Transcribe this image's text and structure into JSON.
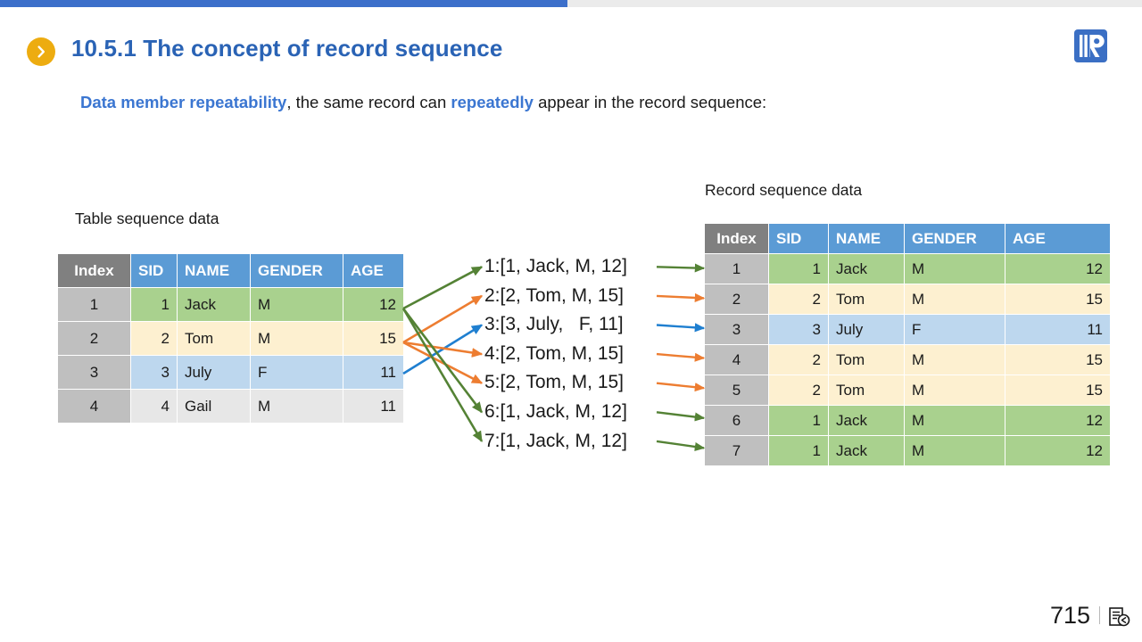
{
  "progress": {
    "percent": 49.7,
    "fill_color": "#3c6fca",
    "track_color": "#ebebeb"
  },
  "header": {
    "chevron_icon": "chevron-right-icon",
    "title": "10.5.1 The concept of record sequence",
    "title_color": "#2a63b5",
    "accent_color": "#edac10",
    "logo_icon": "brand-logo-icon",
    "logo_color": "#3b6fc4"
  },
  "subtitle": {
    "part1": "Data member repeatability",
    "part2": ", the same record can ",
    "part3": "repeatedly",
    "part4": " appear in the record sequence:",
    "highlight_color": "#3b76d1"
  },
  "left_panel": {
    "caption": "Table sequence data",
    "columns": [
      "Index",
      "SID",
      "NAME",
      "GENDER",
      "AGE"
    ],
    "rows": [
      {
        "index": "1",
        "sid": "1",
        "name": "Jack",
        "gender": "M",
        "age": "12",
        "tint": "green"
      },
      {
        "index": "2",
        "sid": "2",
        "name": "Tom",
        "gender": "M",
        "age": "15",
        "tint": "amber"
      },
      {
        "index": "3",
        "sid": "3",
        "name": "July",
        "gender": "F",
        "age": "11",
        "tint": "blue"
      },
      {
        "index": "4",
        "sid": "4",
        "name": "Gail",
        "gender": "M",
        "age": "11",
        "tint": "gray"
      }
    ]
  },
  "right_panel": {
    "caption": "Record sequence data",
    "columns": [
      "Index",
      "SID",
      "NAME",
      "GENDER",
      "AGE"
    ],
    "rows": [
      {
        "index": "1",
        "sid": "1",
        "name": "Jack",
        "gender": "M",
        "age": "12",
        "tint": "green"
      },
      {
        "index": "2",
        "sid": "2",
        "name": "Tom",
        "gender": "M",
        "age": "15",
        "tint": "amber"
      },
      {
        "index": "3",
        "sid": "3",
        "name": "July",
        "gender": "F",
        "age": "11",
        "tint": "blue"
      },
      {
        "index": "4",
        "sid": "2",
        "name": "Tom",
        "gender": "M",
        "age": "15",
        "tint": "amber"
      },
      {
        "index": "5",
        "sid": "2",
        "name": "Tom",
        "gender": "M",
        "age": "15",
        "tint": "amber"
      },
      {
        "index": "6",
        "sid": "1",
        "name": "Jack",
        "gender": "M",
        "age": "12",
        "tint": "green"
      },
      {
        "index": "7",
        "sid": "1",
        "name": "Jack",
        "gender": "M",
        "age": "12",
        "tint": "green"
      }
    ]
  },
  "record_list": {
    "items": [
      {
        "text": "1:[1, Jack, M, 12]",
        "color": "green"
      },
      {
        "text": "2:[2, Tom, M, 15]",
        "color": "orange"
      },
      {
        "text": "3:[3, July,   F, 11]",
        "color": "blue"
      },
      {
        "text": "4:[2, Tom, M, 15]",
        "color": "orange"
      },
      {
        "text": "5:[2, Tom, M, 15]",
        "color": "orange"
      },
      {
        "text": "6:[1, Jack, M, 12]",
        "color": "green"
      },
      {
        "text": "7:[1, Jack, M, 12]",
        "color": "green"
      }
    ]
  },
  "colors": {
    "green": "#548235",
    "orange": "#ed7d31",
    "blue": "#1f7fd0",
    "header_blue": "#5b9bd5",
    "index_gray": "#808080",
    "row_green": "#a9d18e",
    "row_amber": "#fdf0d0",
    "row_blue": "#bdd7ee",
    "row_gray": "#e7e7e7"
  },
  "footer": {
    "page_number": "715",
    "icon": "document-history-icon"
  }
}
